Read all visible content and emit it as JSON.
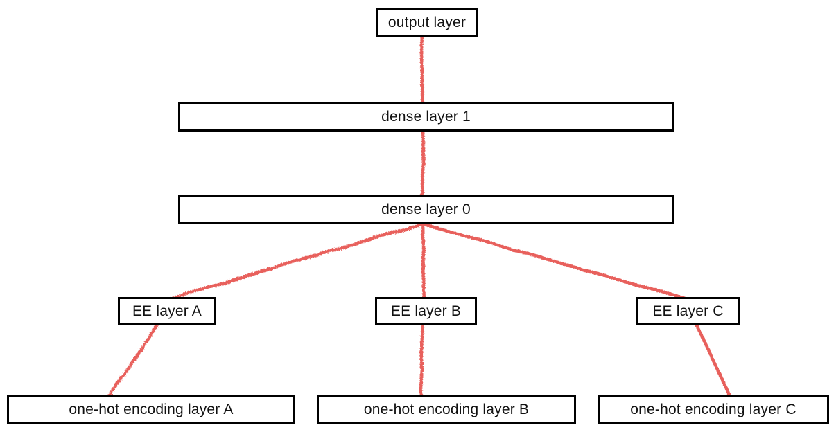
{
  "diagram": {
    "type": "neural-network-architecture",
    "accent_color": "#e8615c",
    "box_border_color": "#000000",
    "text_color": "#111111",
    "background_color": "#ffffff",
    "line_style": "hand-drawn",
    "nodes": [
      {
        "id": "output-layer",
        "label": "output layer"
      },
      {
        "id": "dense-layer-1",
        "label": "dense layer 1"
      },
      {
        "id": "dense-layer-0",
        "label": "dense layer 0"
      },
      {
        "id": "ee-layer-a",
        "label": "EE layer A"
      },
      {
        "id": "ee-layer-b",
        "label": "EE layer B"
      },
      {
        "id": "ee-layer-c",
        "label": "EE layer C"
      },
      {
        "id": "one-hot-a",
        "label": "one-hot encoding layer A"
      },
      {
        "id": "one-hot-b",
        "label": "one-hot encoding layer B"
      },
      {
        "id": "one-hot-c",
        "label": "one-hot encoding layer C"
      }
    ],
    "edges": [
      {
        "from": "output-layer",
        "to": "dense-layer-1",
        "from_dx": -8,
        "to_dx": -6
      },
      {
        "from": "dense-layer-1",
        "to": "dense-layer-0",
        "from_dx": -6,
        "to_dx": -6
      },
      {
        "from": "dense-layer-0",
        "to": "ee-layer-a",
        "from_dx": -6,
        "to_dx": 2
      },
      {
        "from": "dense-layer-0",
        "to": "ee-layer-b",
        "from_dx": -6,
        "to_dx": -4
      },
      {
        "from": "dense-layer-0",
        "to": "ee-layer-c",
        "from_dx": -6,
        "to_dx": -2
      },
      {
        "from": "ee-layer-a",
        "to": "one-hot-a",
        "from_dx": -16,
        "to_dx": -63
      },
      {
        "from": "ee-layer-b",
        "to": "one-hot-b",
        "from_dx": -6,
        "to_dx": -36
      },
      {
        "from": "ee-layer-c",
        "to": "one-hot-c",
        "from_dx": 11,
        "to_dx": 24
      }
    ]
  }
}
